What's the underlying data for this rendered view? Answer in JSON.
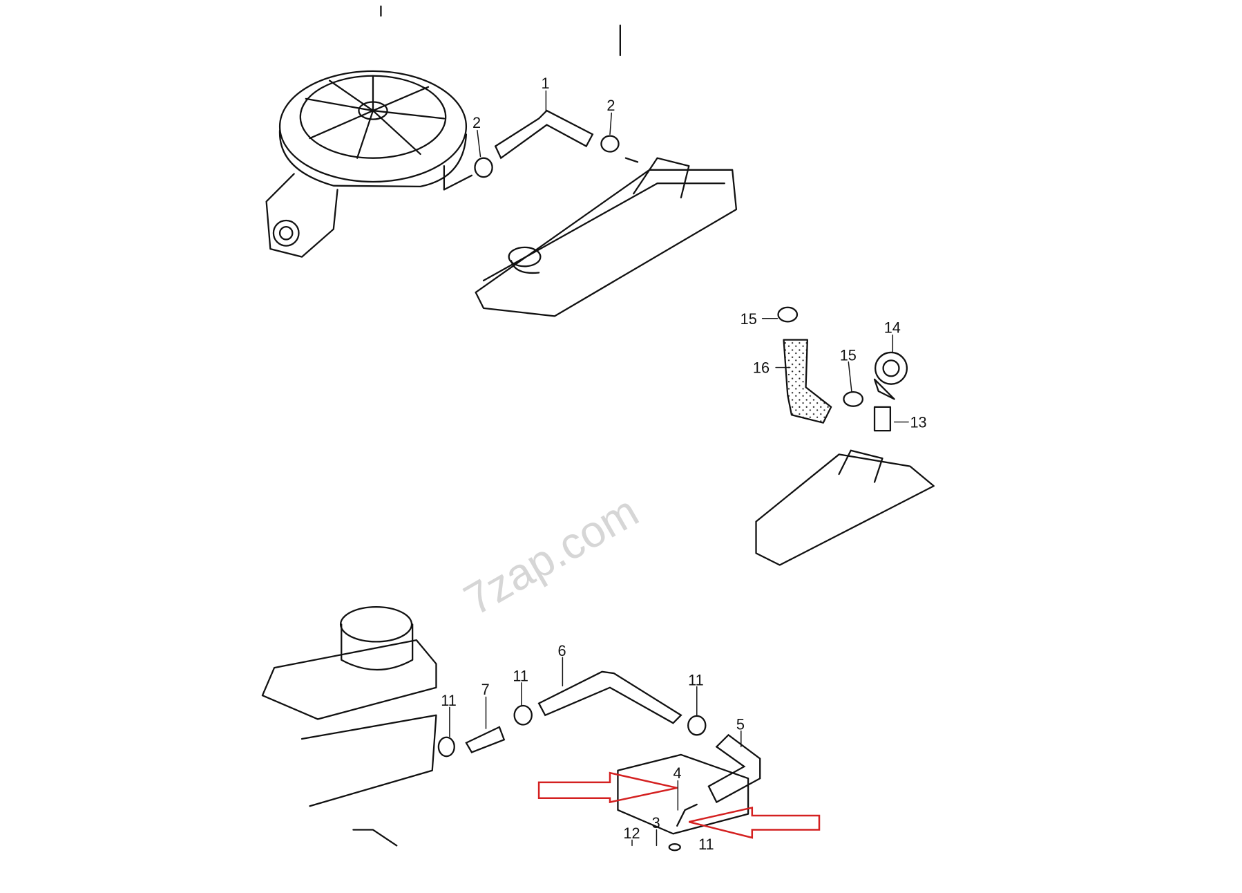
{
  "watermark": "7zap.com",
  "callouts": {
    "c1": "1",
    "c2a": "2",
    "c2b": "2",
    "c15a": "15",
    "c16": "16",
    "c15b": "15",
    "c14": "14",
    "c13": "13",
    "c6": "6",
    "c11a": "11",
    "c7": "7",
    "c11b": "11",
    "c11c": "11",
    "c5": "5",
    "c4": "4",
    "c3": "3",
    "c12": "12",
    "c11d": "11"
  },
  "highlight_color": "#d42020"
}
